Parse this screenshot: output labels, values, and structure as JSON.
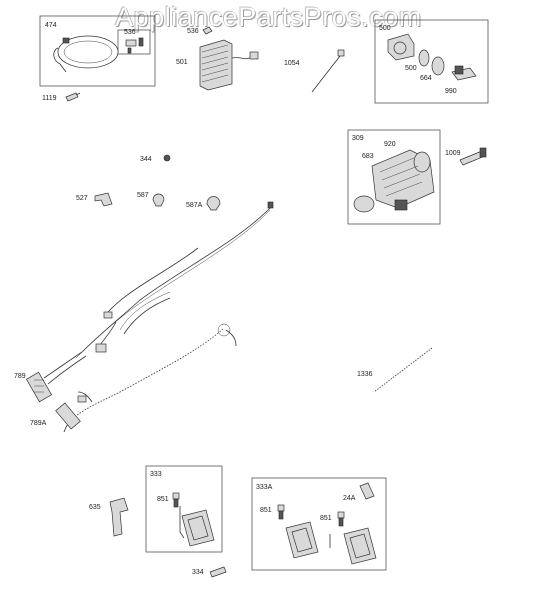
{
  "watermark": "AppliancePartsPros.com",
  "parts": {
    "p474": "474",
    "p536": "536",
    "p501": "501",
    "p1054": "1054",
    "p1119": "1119",
    "p500": "500",
    "p664": "664",
    "p990": "990",
    "p309": "309",
    "p920": "920",
    "p683": "683",
    "p1009": "1009",
    "p344": "344",
    "p527": "527",
    "p587": "587",
    "p587A": "587A",
    "p789": "789",
    "p789A": "789A",
    "p1336": "1336",
    "p333": "333",
    "p851a": "851",
    "p635": "635",
    "p334": "334",
    "p333A": "333A",
    "p24A": "24A",
    "p851b": "851",
    "p851c": "851"
  }
}
